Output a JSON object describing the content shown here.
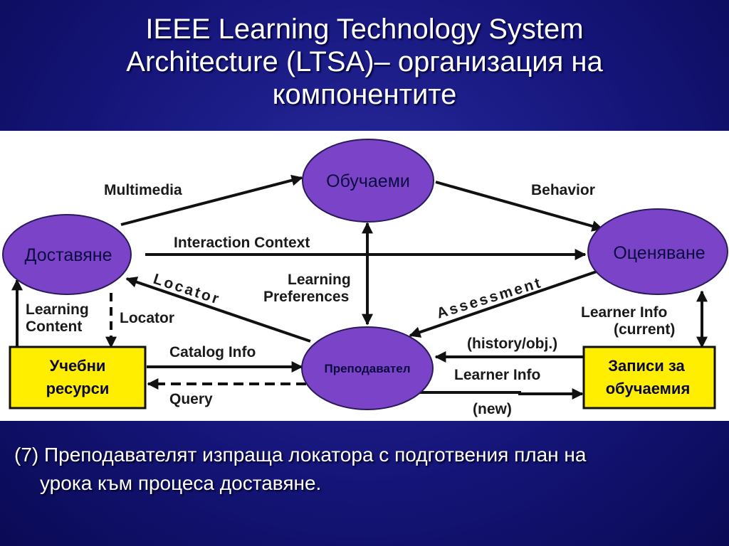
{
  "title": {
    "line1": "IEEE Learning Technology System",
    "line2": "Architecture (LTSA)– организация на",
    "line3": "компонентите"
  },
  "nodes": {
    "learner": "Обучаеми",
    "delivery": "Доставяне",
    "evaluation": "Оценяване",
    "coach": "Преподавател",
    "resources_line1": "Учебни",
    "resources_line2": "ресурси",
    "records_line1": "Записи за",
    "records_line2": "обучаемия"
  },
  "flows": {
    "multimedia": "Multimedia",
    "behavior": "Behavior",
    "interaction_context": "Interaction Context",
    "locator_diag": "Locator",
    "learning_preferences_line1": "Learning",
    "learning_preferences_line2": "Preferences",
    "assessment": "Assessment",
    "learning_content_line1": "Learning",
    "learning_content_line2": "Content",
    "locator": "Locator",
    "learner_info_current_line1": "Learner Info",
    "learner_info_current_line2": "(current)",
    "catalog_info": "Catalog Info",
    "history_obj": "(history/obj.)",
    "learner_info": "Learner Info",
    "query": "Query",
    "new": "(new)"
  },
  "caption": {
    "line1": "(7) Преподавателят изпраща локатора с подготвения план на",
    "line2": "урока към процеса доставяне."
  },
  "colors": {
    "background": "#15157a",
    "node_fill": "#7b44c8",
    "box_fill": "#ffee00",
    "arrow": "#111111"
  }
}
